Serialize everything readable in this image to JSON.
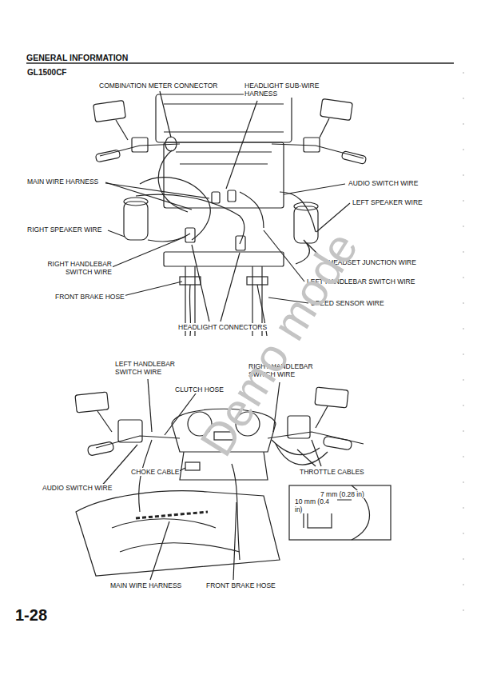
{
  "diagram": {
    "title": "GENERAL INFORMATION",
    "labels": [
      "GL1500CF",
      "COMBINATION METER CONNECTOR",
      "HEADLIGHT SUB-WIRE HARNESS",
      "MAIN WIRE HARNESS",
      "AUDIO SWITCH WIRE",
      "LEFT SPEAKER WIRE",
      "RIGHT SPEAKER WIRE",
      "HEADSET JUNCTION WIRE",
      "RIGHT HANDLEBAR SWITCH WIRE",
      "LEFT HANDLEBAR SWITCH WIRE",
      "FRONT BRAKE HOSE",
      "SPEED SENSOR WIRE",
      "HEADLIGHT CONNECTORS",
      "LEFT HANDLEBAR SWITCH WIRE",
      "RIGHT HANDLEBAR SWITCH WIRE",
      "CLUTCH HOSE",
      "CHOKE CABLE",
      "THROTTLE CABLES",
      "AUDIO SWITCH WIRE",
      "7 mm (0.28 in)",
      "10 mm (0.4 in)",
      "MAIN WIRE HARNESS",
      "FRONT BRAKE HOSE",
      "1-28",
      "Demo mode"
    ]
  }
}
